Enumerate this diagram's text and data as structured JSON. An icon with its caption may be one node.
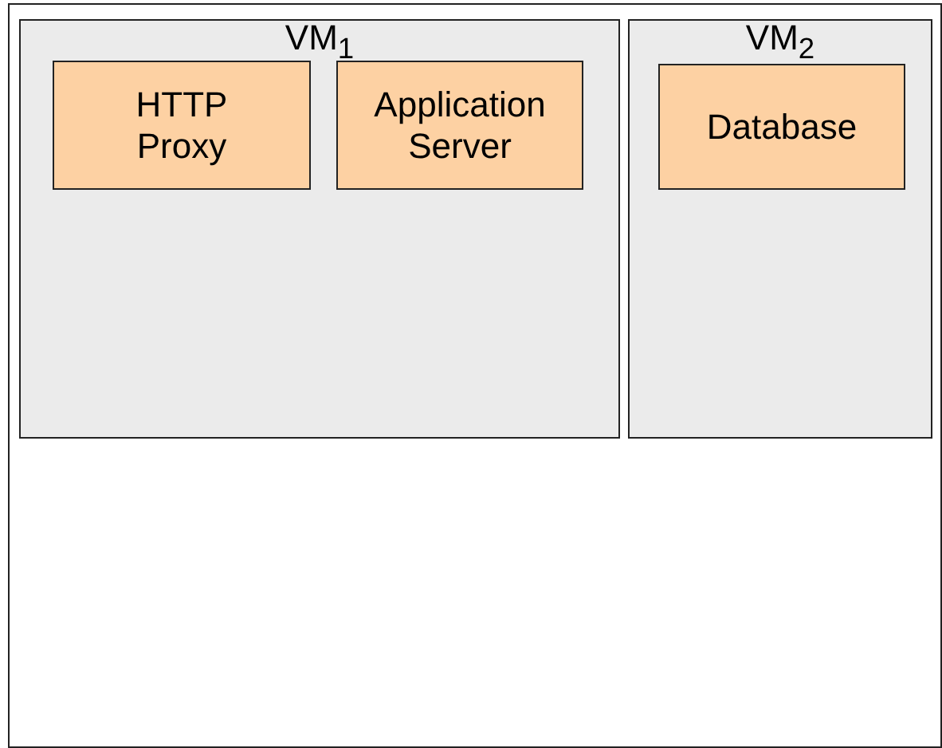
{
  "diagram": {
    "nodes": [
      {
        "text": [
          "VM$_{1}$"
        ]
      },
      {
        "text": [
          "HTTP Proxy"
        ],
        "in": 0
      },
      {
        "text": [
          "Application Server"
        ],
        "in": 0
      },
      {
        "text": [
          "VM$_{2}$"
        ]
      },
      {
        "text": [
          "Database"
        ],
        "in": 3
      }
    ]
  }
}
